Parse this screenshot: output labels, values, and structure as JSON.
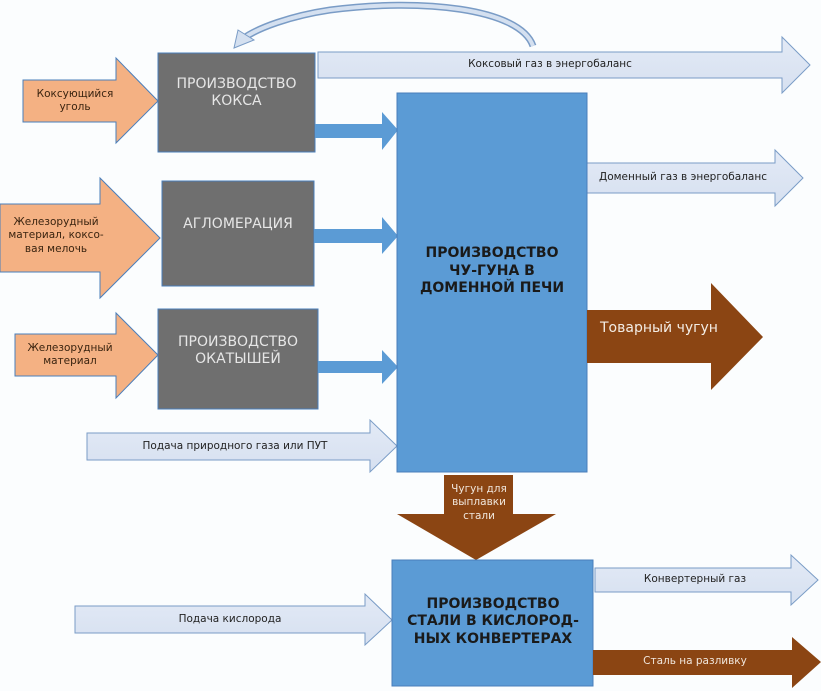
{
  "colors": {
    "process_gray": "#6f6f6f",
    "process_blue": "#5b9bd5",
    "input_orange": "#f4b183",
    "gas_light": "#dde6f4",
    "product_brown": "#8b4513",
    "outline": "#4a7ebb"
  },
  "processes": {
    "coke": "ПРОИЗВОДСТВО КОКСА",
    "agglomeration": "АГЛОМЕРАЦИЯ",
    "pellets": "ПРОИЗВОДСТВО ОКАТЫШЕЙ",
    "blast_furnace": "ПРОИЗВОДСТВО ЧУ-ГУНА    В ДОМЕННОЙ ПЕЧИ",
    "steel": "ПРОИЗВОДСТВО СТАЛИ В КИСЛОРОД-НЫХ КОНВЕРТЕРАХ"
  },
  "inputs": {
    "coking_coal": "Коксующийся уголь",
    "ore_coke_fines": "Железорудный материал, коксо-вая мелочь",
    "ore": "Железорудный материал",
    "natural_gas": "Подача природного газа или ПУТ",
    "oxygen": "Подача кислорода"
  },
  "outputs": {
    "coke_gas": "Коксовый газ в энергобаланс",
    "blast_gas": "Доменный газ в энергобаланс",
    "commercial_iron": "Товарный чугун",
    "iron_for_steel": "Чугун для выплавки стали",
    "converter_gas": "Конвертерный газ",
    "steel_casting": "Сталь на разливку"
  }
}
